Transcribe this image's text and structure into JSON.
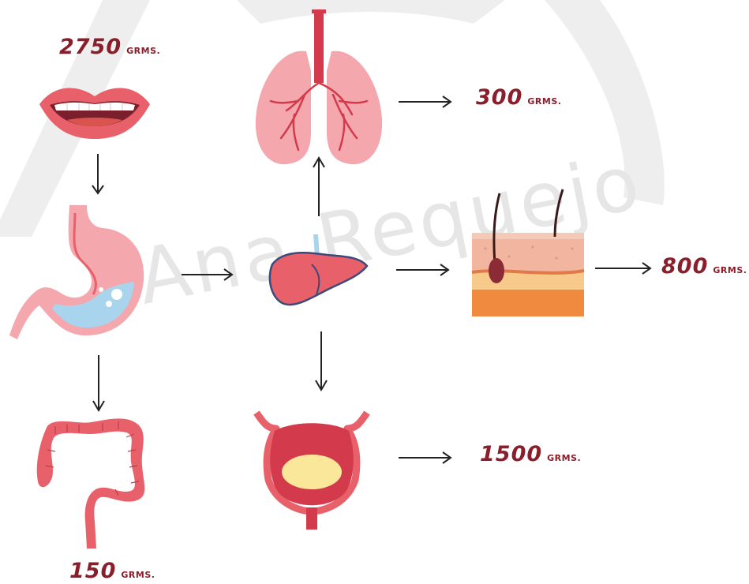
{
  "watermark": {
    "text": "Ana Requejo"
  },
  "labels": {
    "mouth": {
      "value": "2750",
      "unit": "GRMS."
    },
    "lungs": {
      "value": "300",
      "unit": "GRMS."
    },
    "skin": {
      "value": "800",
      "unit": "GRMS."
    },
    "bladder": {
      "value": "1500",
      "unit": "GRMS."
    },
    "intestine": {
      "value": "150",
      "unit": "GRMS."
    }
  },
  "icons": [
    "mouth-icon",
    "stomach-icon",
    "intestine-icon",
    "liver-icon",
    "lungs-icon",
    "skin-icon",
    "bladder-icon"
  ],
  "colors": {
    "label": "#8a1e2a",
    "organ_red": "#e8606a",
    "organ_pink": "#f4a7ad",
    "watermark": "#e6e6e6"
  }
}
